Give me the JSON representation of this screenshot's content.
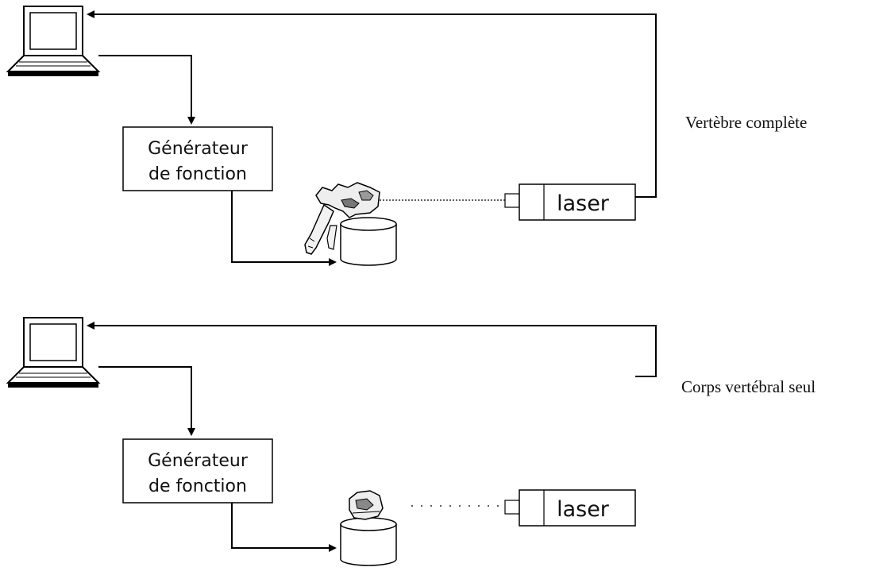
{
  "panels": [
    {
      "caption": "Vertèbre complète",
      "generator_line1": "Générateur",
      "generator_line2": "de fonction",
      "laser_label": "laser",
      "specimen": "complete-vertebra"
    },
    {
      "caption": "Corps vertébral seul",
      "generator_line1": "Générateur",
      "generator_line2": "de fonction",
      "laser_label": "laser",
      "specimen": "vertebral-body-only"
    }
  ]
}
